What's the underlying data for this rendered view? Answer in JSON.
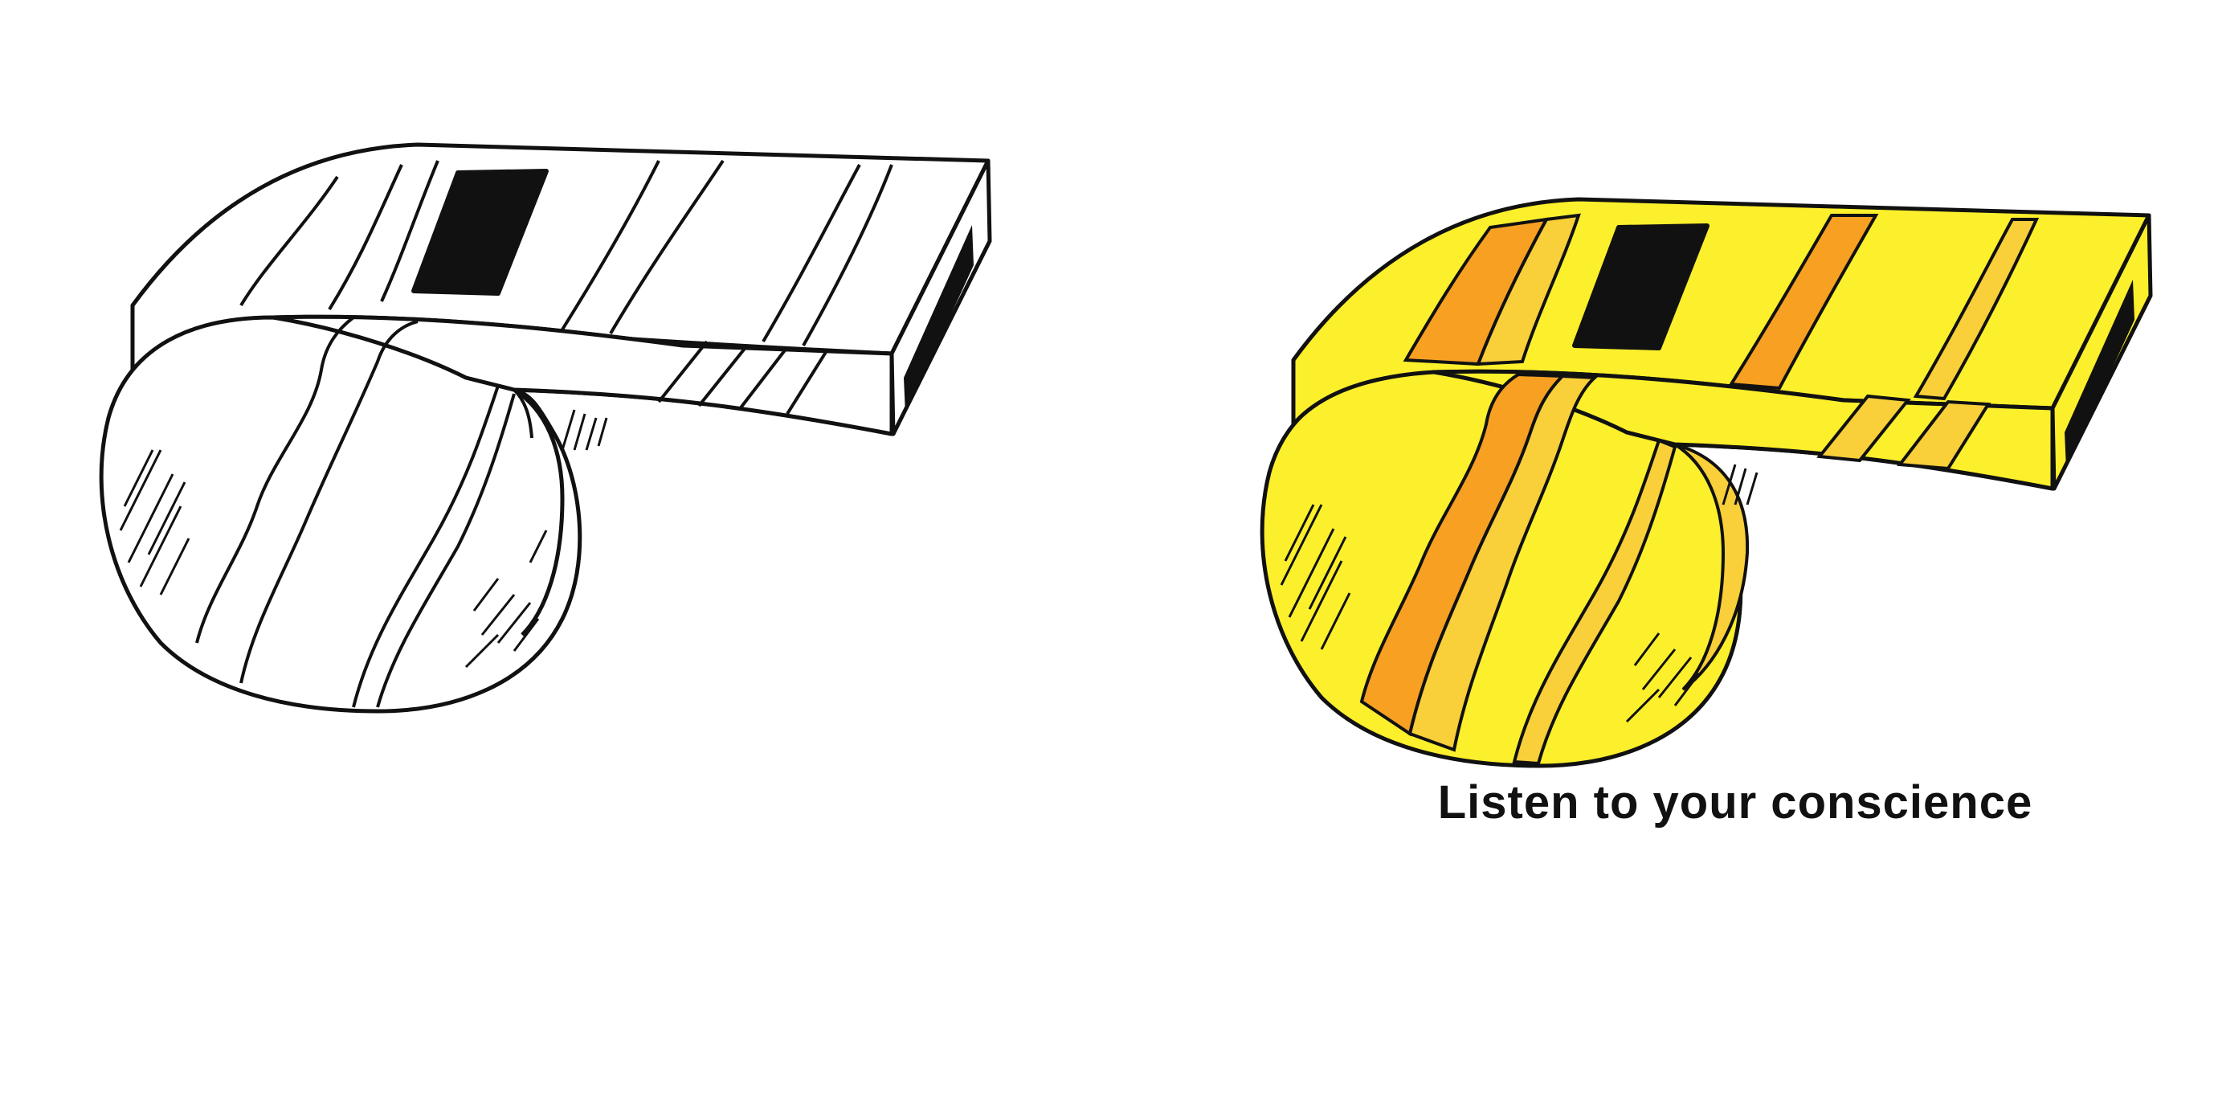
{
  "caption": "Listen to your conscience",
  "illustrations": [
    {
      "name": "outline-whistle",
      "style": "uncolored line art"
    },
    {
      "name": "colored-whistle",
      "style": "yellow with orange stripes"
    }
  ],
  "colors": {
    "background": "#ffffff",
    "ink": "#111111",
    "whistle_yellow": "#fcef2c",
    "stripe_orange": "#f7a021",
    "stripe_light_orange": "#f9cf3a",
    "outline_fill": "#ffffff"
  }
}
